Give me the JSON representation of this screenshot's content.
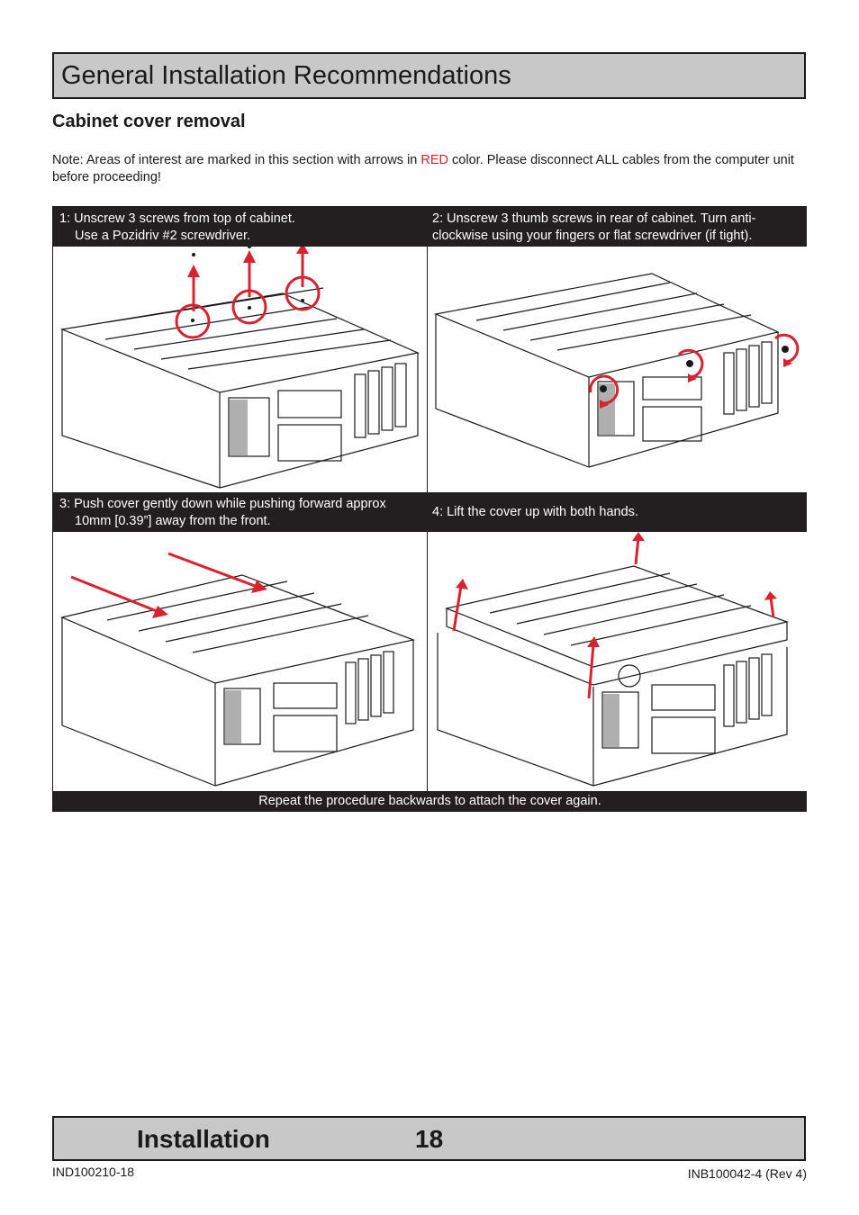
{
  "header": {
    "title": "General Installation Recommendations"
  },
  "section": {
    "heading": "Cabinet cover removal"
  },
  "note": {
    "before": "Note: Areas of interest are marked in this section with arrows in ",
    "red_word": "RED",
    "after": " color. Please disconnect ALL cables from the computer unit before proceeding!"
  },
  "steps": [
    {
      "line1": "1: Unscrew 3 screws from top of cabinet.",
      "line2": "Use a Pozidriv #2 screwdriver."
    },
    {
      "line1": "2: Unscrew 3 thumb screws in rear of cabinet. Turn anti-",
      "line2": "clockwise using your fingers or flat screwdriver (if tight)."
    },
    {
      "line1": "3: Push cover gently down while pushing forward approx",
      "line2": "10mm [0.39”] away from the front."
    },
    {
      "line1": "4: Lift the cover up with both hands.",
      "line2": ""
    }
  ],
  "repeat_note": "Repeat the procedure backwards to attach the cover again.",
  "footer": {
    "section": "Installation",
    "page": "18"
  },
  "doc_ids": {
    "left": "IND100210-18",
    "right": "INB100042-4 (Rev 4)"
  },
  "colors": {
    "accent_red": "#d7232f",
    "caption_bg": "#231f20",
    "title_bg": "#c8c8c8"
  },
  "figures": [
    "cabinet-top-screws-illustration",
    "cabinet-rear-thumbscrews-illustration",
    "cover-push-forward-illustration",
    "cover-lift-illustration"
  ]
}
